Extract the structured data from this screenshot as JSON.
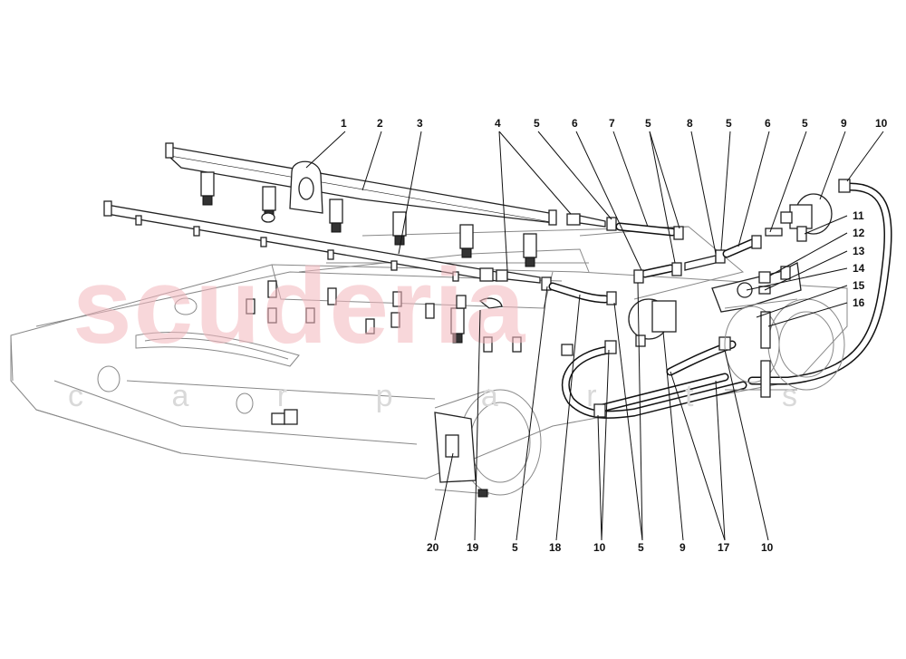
{
  "watermark": {
    "brand": "scuderia",
    "tagline": "c a r p a r t s"
  },
  "callouts": [
    {
      "id": "c1",
      "label": "1"
    },
    {
      "id": "c2",
      "label": "2"
    },
    {
      "id": "c3",
      "label": "3"
    },
    {
      "id": "c4",
      "label": "4"
    },
    {
      "id": "c5a",
      "label": "5"
    },
    {
      "id": "c6a",
      "label": "6"
    },
    {
      "id": "c7",
      "label": "7"
    },
    {
      "id": "c5b",
      "label": "5"
    },
    {
      "id": "c8",
      "label": "8"
    },
    {
      "id": "c5c",
      "label": "5"
    },
    {
      "id": "c6b",
      "label": "6"
    },
    {
      "id": "c5d",
      "label": "5"
    },
    {
      "id": "c9a",
      "label": "9"
    },
    {
      "id": "c10a",
      "label": "10"
    },
    {
      "id": "c11",
      "label": "11"
    },
    {
      "id": "c12",
      "label": "12"
    },
    {
      "id": "c13",
      "label": "13"
    },
    {
      "id": "c14",
      "label": "14"
    },
    {
      "id": "c15",
      "label": "15"
    },
    {
      "id": "c16",
      "label": "16"
    },
    {
      "id": "c20",
      "label": "20"
    },
    {
      "id": "c19",
      "label": "19"
    },
    {
      "id": "c5e",
      "label": "5"
    },
    {
      "id": "c18",
      "label": "18"
    },
    {
      "id": "c10b",
      "label": "10"
    },
    {
      "id": "c5f",
      "label": "5"
    },
    {
      "id": "c9b",
      "label": "9"
    },
    {
      "id": "c17",
      "label": "17"
    },
    {
      "id": "c10c",
      "label": "10"
    }
  ]
}
